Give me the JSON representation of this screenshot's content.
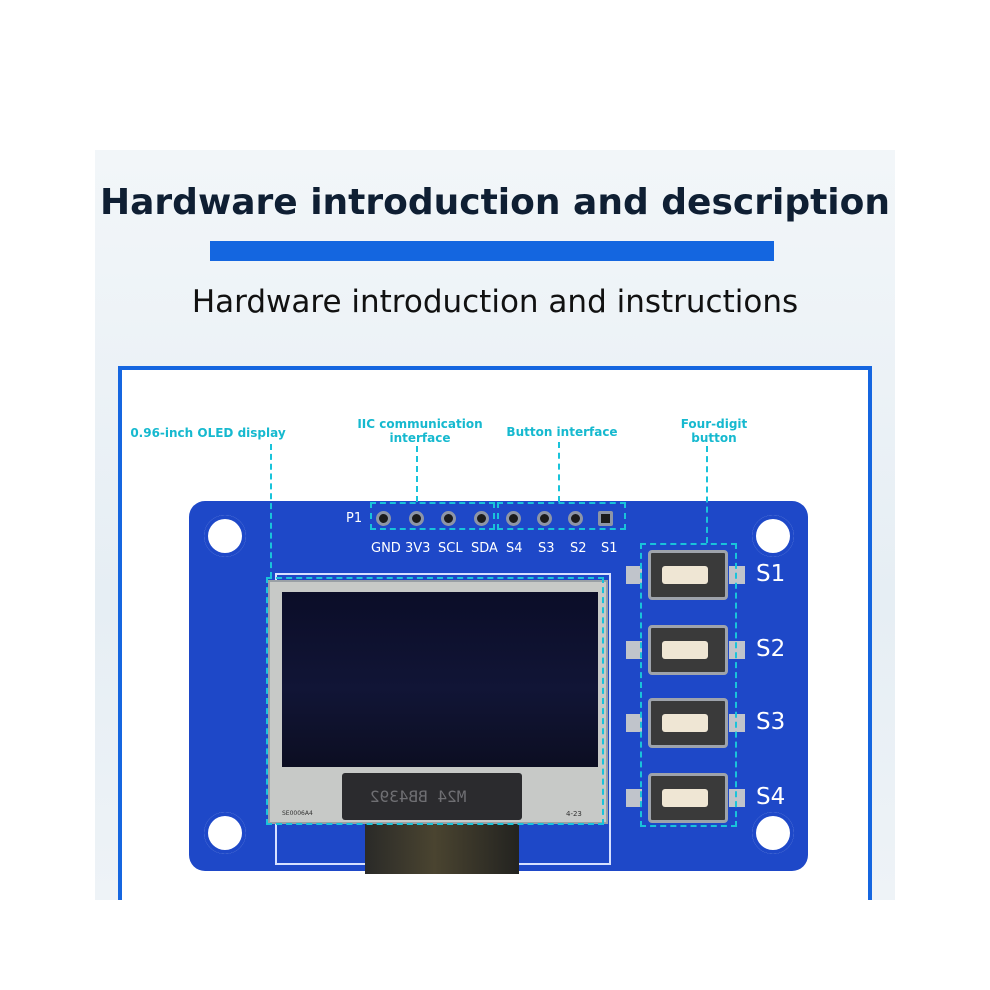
{
  "header": {
    "title": "Hardware introduction and description",
    "subtitle": "Hardware introduction and instructions"
  },
  "callouts": {
    "oled": "0.96-inch OLED display",
    "iic_line1": "IIC communication",
    "iic_line2": "interface",
    "button_interface": "Button interface",
    "four_digit_line1": "Four-digit",
    "four_digit_line2": "button"
  },
  "board": {
    "header_label": "P1",
    "pins": [
      "GND",
      "3V3",
      "SCL",
      "SDA",
      "S4",
      "S3",
      "S2",
      "S1"
    ],
    "buttons": [
      "S1",
      "S2",
      "S3",
      "S4"
    ],
    "oled_small_left": "SE0006A4",
    "oled_small_right": "4-23",
    "chip_marking": "M24 BB4392"
  },
  "colors": {
    "accent": "#1466e0",
    "callout": "#19c3da",
    "pcb": "#1e48c8"
  }
}
